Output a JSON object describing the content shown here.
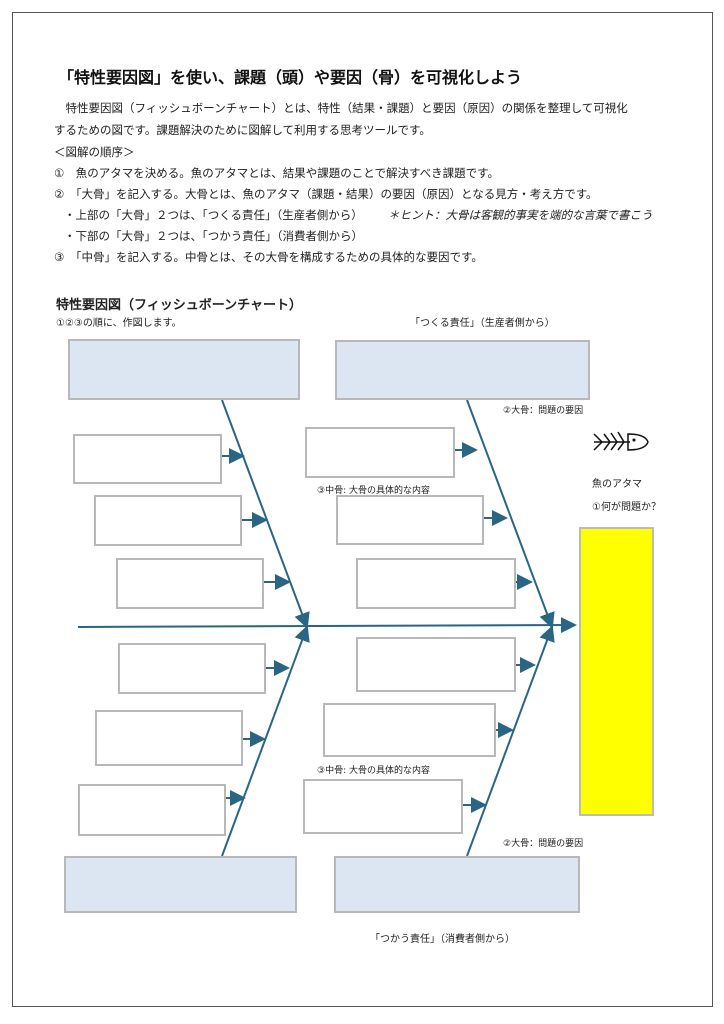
{
  "title": "「特性要因図」を使い、課題（頭）や要因（骨）を可視化しよう",
  "intro": [
    "　特性要因図（フィッシュボーンチャート）とは、特性（結果・課題）と要因（原因）の関係を整理して可視化",
    "するための図です。課題解決のために図解して利用する思考ツールです。"
  ],
  "order_heading": "＜図解の順序＞",
  "steps": [
    "①　魚のアタマを決める。魚のアタマとは、結果や課題のことで解決すべき課題です。",
    "②　「大骨」を記入する。大骨とは、魚のアタマ（課題・結果）の要因（原因）となる見方・考え方です。",
    "・上部の「大骨」２つは、「つくる責任」（生産者側から）",
    "＊ヒント：大骨は客観的事実を端的な言葉で書こう",
    "・下部の「大骨」２つは、「つかう責任」（消費者側から）",
    "③　「中骨」を記入する。中骨とは、その大骨を構成するための具体的な要因です。"
  ],
  "diagram": {
    "title": "特性要因図（フィッシュボーンチャート）",
    "instruction": "①②③の順に、作図します。",
    "top_label": "「つくる責任」（生産者側から）",
    "bottom_label": "「つかう責任」（消費者側から）",
    "big_bone_label": "②大骨：問題の要因",
    "mid_bone_label": "③中骨: 大骨の具体的な内容",
    "head_label": "魚のアタマ",
    "head_question": "①何が問題か？",
    "colors": {
      "bone": "#2b6584",
      "head": "#ffff00",
      "big_box": "#dce6f2"
    }
  }
}
